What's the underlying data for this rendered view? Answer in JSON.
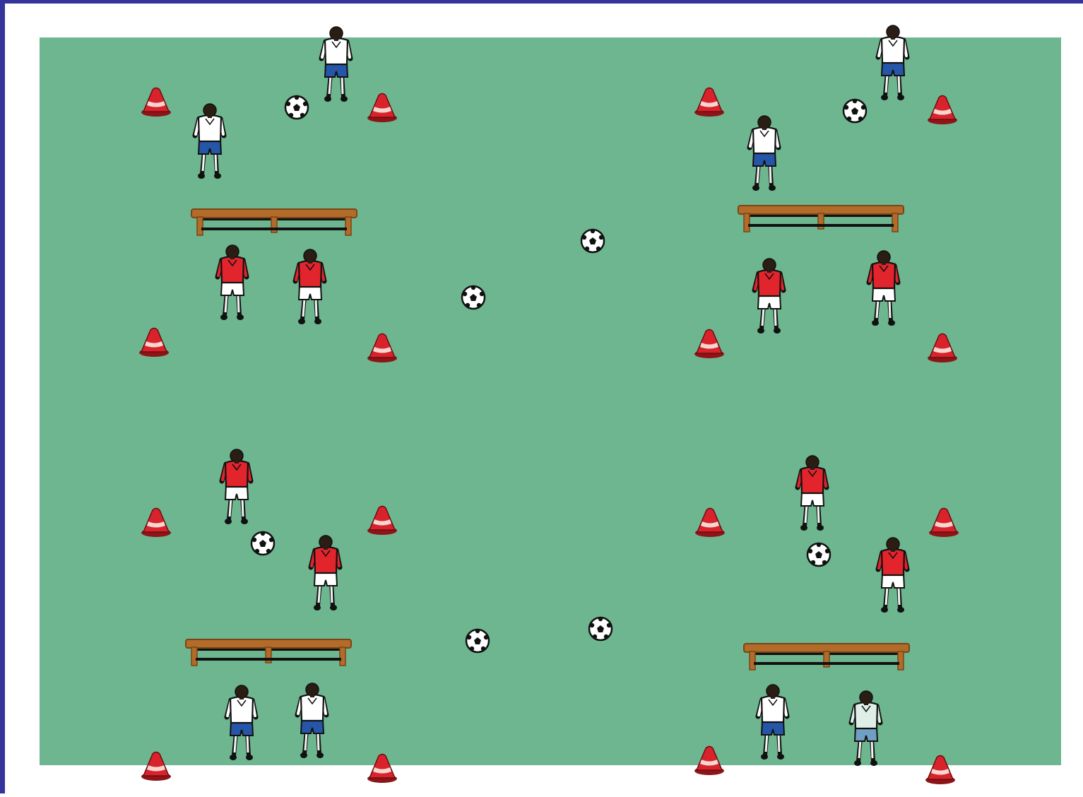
{
  "diagram": {
    "kind": "soccer-training-drill",
    "background_color": "#ffffff",
    "border_color": "#34349a",
    "pitch_color": "#6db68f",
    "colors": {
      "cone": "#d9232c",
      "cone_stripe": "#f6d6cf",
      "bench": "#b36b2a",
      "bench_dark": "#7a4516",
      "red_team_shirt": "#e2242c",
      "red_team_shorts": "#ffffff",
      "white_team_shirt": "#ffffff",
      "white_team_shorts": "#2656a8",
      "faded_player_shirt": "#dfeee6",
      "faded_player_shorts": "#6f9fc2",
      "ball": "#ffffff"
    },
    "icons": {
      "cone": "training-cone-icon",
      "ball": "soccer-ball-icon",
      "bench": "bench-icon",
      "player": "player-icon"
    },
    "counts": {
      "cones": 16,
      "benches": 4,
      "balls": 8,
      "players": 16
    },
    "zones": [
      {
        "id": "top-left",
        "players": [
          "white",
          "white",
          "red",
          "red"
        ]
      },
      {
        "id": "top-right",
        "players": [
          "white",
          "white",
          "red",
          "red"
        ]
      },
      {
        "id": "bottom-left",
        "players": [
          "red",
          "red",
          "white",
          "white"
        ]
      },
      {
        "id": "bottom-right",
        "players": [
          "red",
          "red",
          "white",
          "faded"
        ]
      }
    ]
  }
}
